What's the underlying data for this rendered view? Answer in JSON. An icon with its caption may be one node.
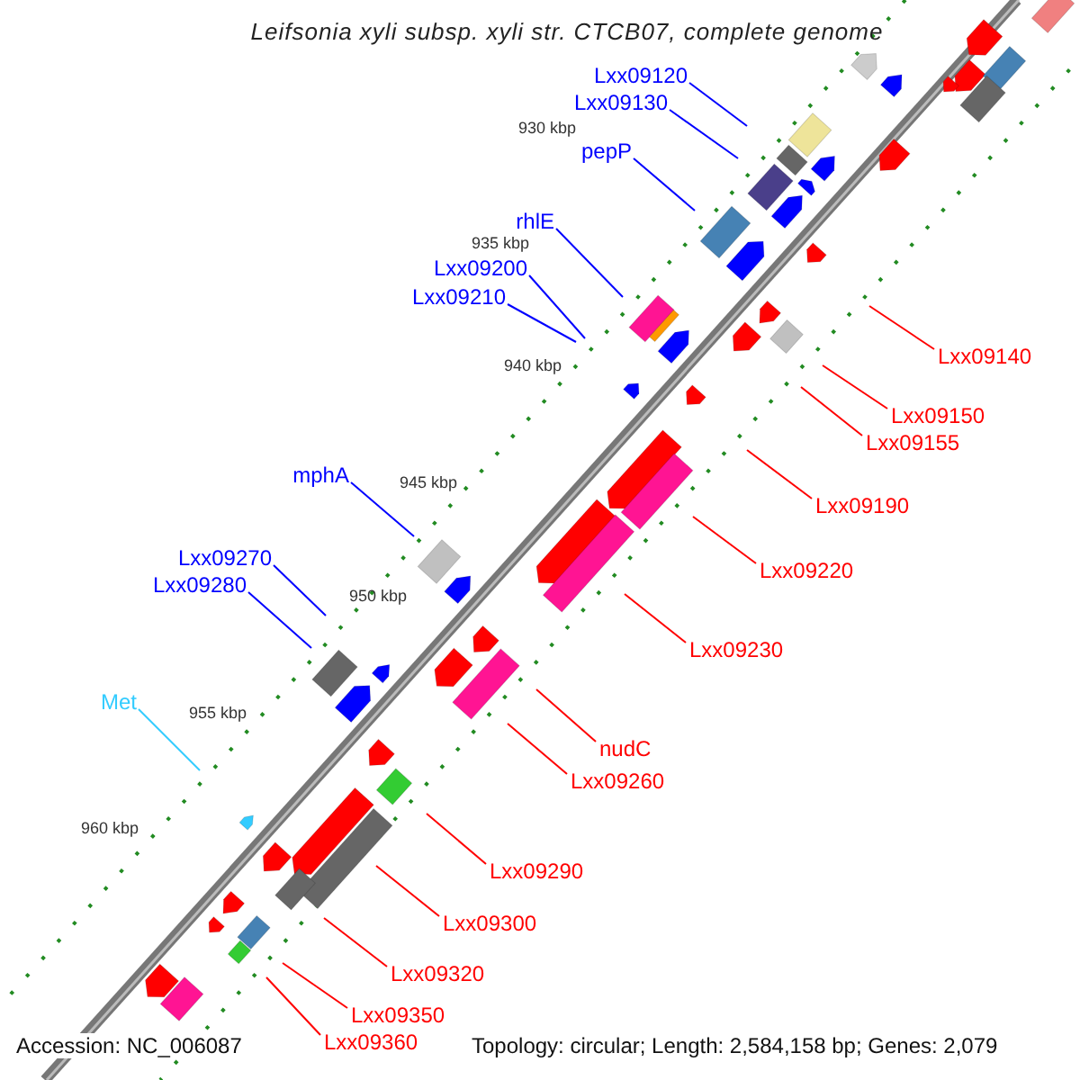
{
  "diagram": {
    "title": "Leifsonia xyli subsp. xyli str. CTCB07, complete genome",
    "nodes": [
      {
        "text": [
          "Lxx09120"
        ]
      },
      {
        "text": [
          "Lxx09130"
        ]
      },
      {
        "text": [
          "pepP"
        ]
      },
      {
        "text": [
          "rhlE"
        ]
      },
      {
        "text": [
          "Lxx09200"
        ]
      },
      {
        "text": [
          "Lxx09210"
        ]
      },
      {
        "text": [
          "Lxx09140"
        ]
      },
      {
        "text": [
          "Lxx09150"
        ]
      },
      {
        "text": [
          "Lxx09155"
        ]
      },
      {
        "text": [
          "mphA"
        ]
      },
      {
        "text": [
          "Lxx09190"
        ]
      },
      {
        "text": [
          "Lxx09270"
        ]
      },
      {
        "text": [
          "Lxx09220"
        ]
      },
      {
        "text": [
          "Lxx09280"
        ]
      },
      {
        "text": [
          "Lxx09230"
        ]
      },
      {
        "text": [
          "Met"
        ]
      },
      {
        "text": [
          "nudC"
        ]
      },
      {
        "text": [
          "Lxx09260"
        ]
      },
      {
        "text": [
          "Lxx09290"
        ]
      },
      {
        "text": [
          "Lxx09300"
        ]
      },
      {
        "text": [
          "Lxx09320"
        ]
      },
      {
        "text": [
          "Lxx09350"
        ]
      },
      {
        "text": [
          "Lxx09360"
        ]
      }
    ],
    "edges": [
      {
        "from": 0,
        "to": null,
        "arrow": "none",
        "color": "#0000ff"
      },
      {
        "from": 1,
        "to": null,
        "arrow": "none",
        "color": "#0000ff"
      },
      {
        "from": 2,
        "to": null,
        "arrow": "none",
        "color": "#0000ff"
      },
      {
        "from": 3,
        "to": null,
        "arrow": "none",
        "color": "#0000ff"
      },
      {
        "from": 4,
        "to": null,
        "arrow": "none",
        "color": "#0000ff"
      },
      {
        "from": 5,
        "to": null,
        "arrow": "none",
        "color": "#0000ff"
      },
      {
        "from": 6,
        "to": null,
        "arrow": "none"
      },
      {
        "from": 7,
        "to": null,
        "arrow": "none"
      },
      {
        "from": 8,
        "to": null,
        "arrow": "none"
      },
      {
        "from": 9,
        "to": null,
        "arrow": "none",
        "color": "#0000ff"
      },
      {
        "from": 10,
        "to": null,
        "arrow": "none"
      },
      {
        "from": 11,
        "to": null,
        "arrow": "none",
        "color": "#0000ff"
      },
      {
        "from": 12,
        "to": null,
        "arrow": "none"
      },
      {
        "from": 13,
        "to": null,
        "arrow": "none",
        "color": "#0000ff"
      },
      {
        "from": 14,
        "to": null,
        "arrow": "none"
      },
      {
        "from": 15,
        "to": null,
        "arrow": "none",
        "color": "#33ccff"
      },
      {
        "from": 16,
        "to": null,
        "arrow": "none"
      },
      {
        "from": 17,
        "to": null,
        "arrow": "none"
      },
      {
        "from": 18,
        "to": null,
        "arrow": "none"
      },
      {
        "from": 19,
        "to": null,
        "arrow": "none"
      },
      {
        "from": 20,
        "to": null,
        "arrow": "none"
      },
      {
        "from": 21,
        "to": null,
        "arrow": "none"
      },
      {
        "from": 22,
        "to": null,
        "arrow": "none"
      }
    ],
    "labels": [
      "930 kbp",
      "935 kbp",
      "940 kbp",
      "945 kbp",
      "950 kbp",
      "955 kbp",
      "960 kbp",
      "Accession: NC_006087",
      "Topology: circular; Length: 2,584,158 bp; Genes: 2,079"
    ]
  }
}
